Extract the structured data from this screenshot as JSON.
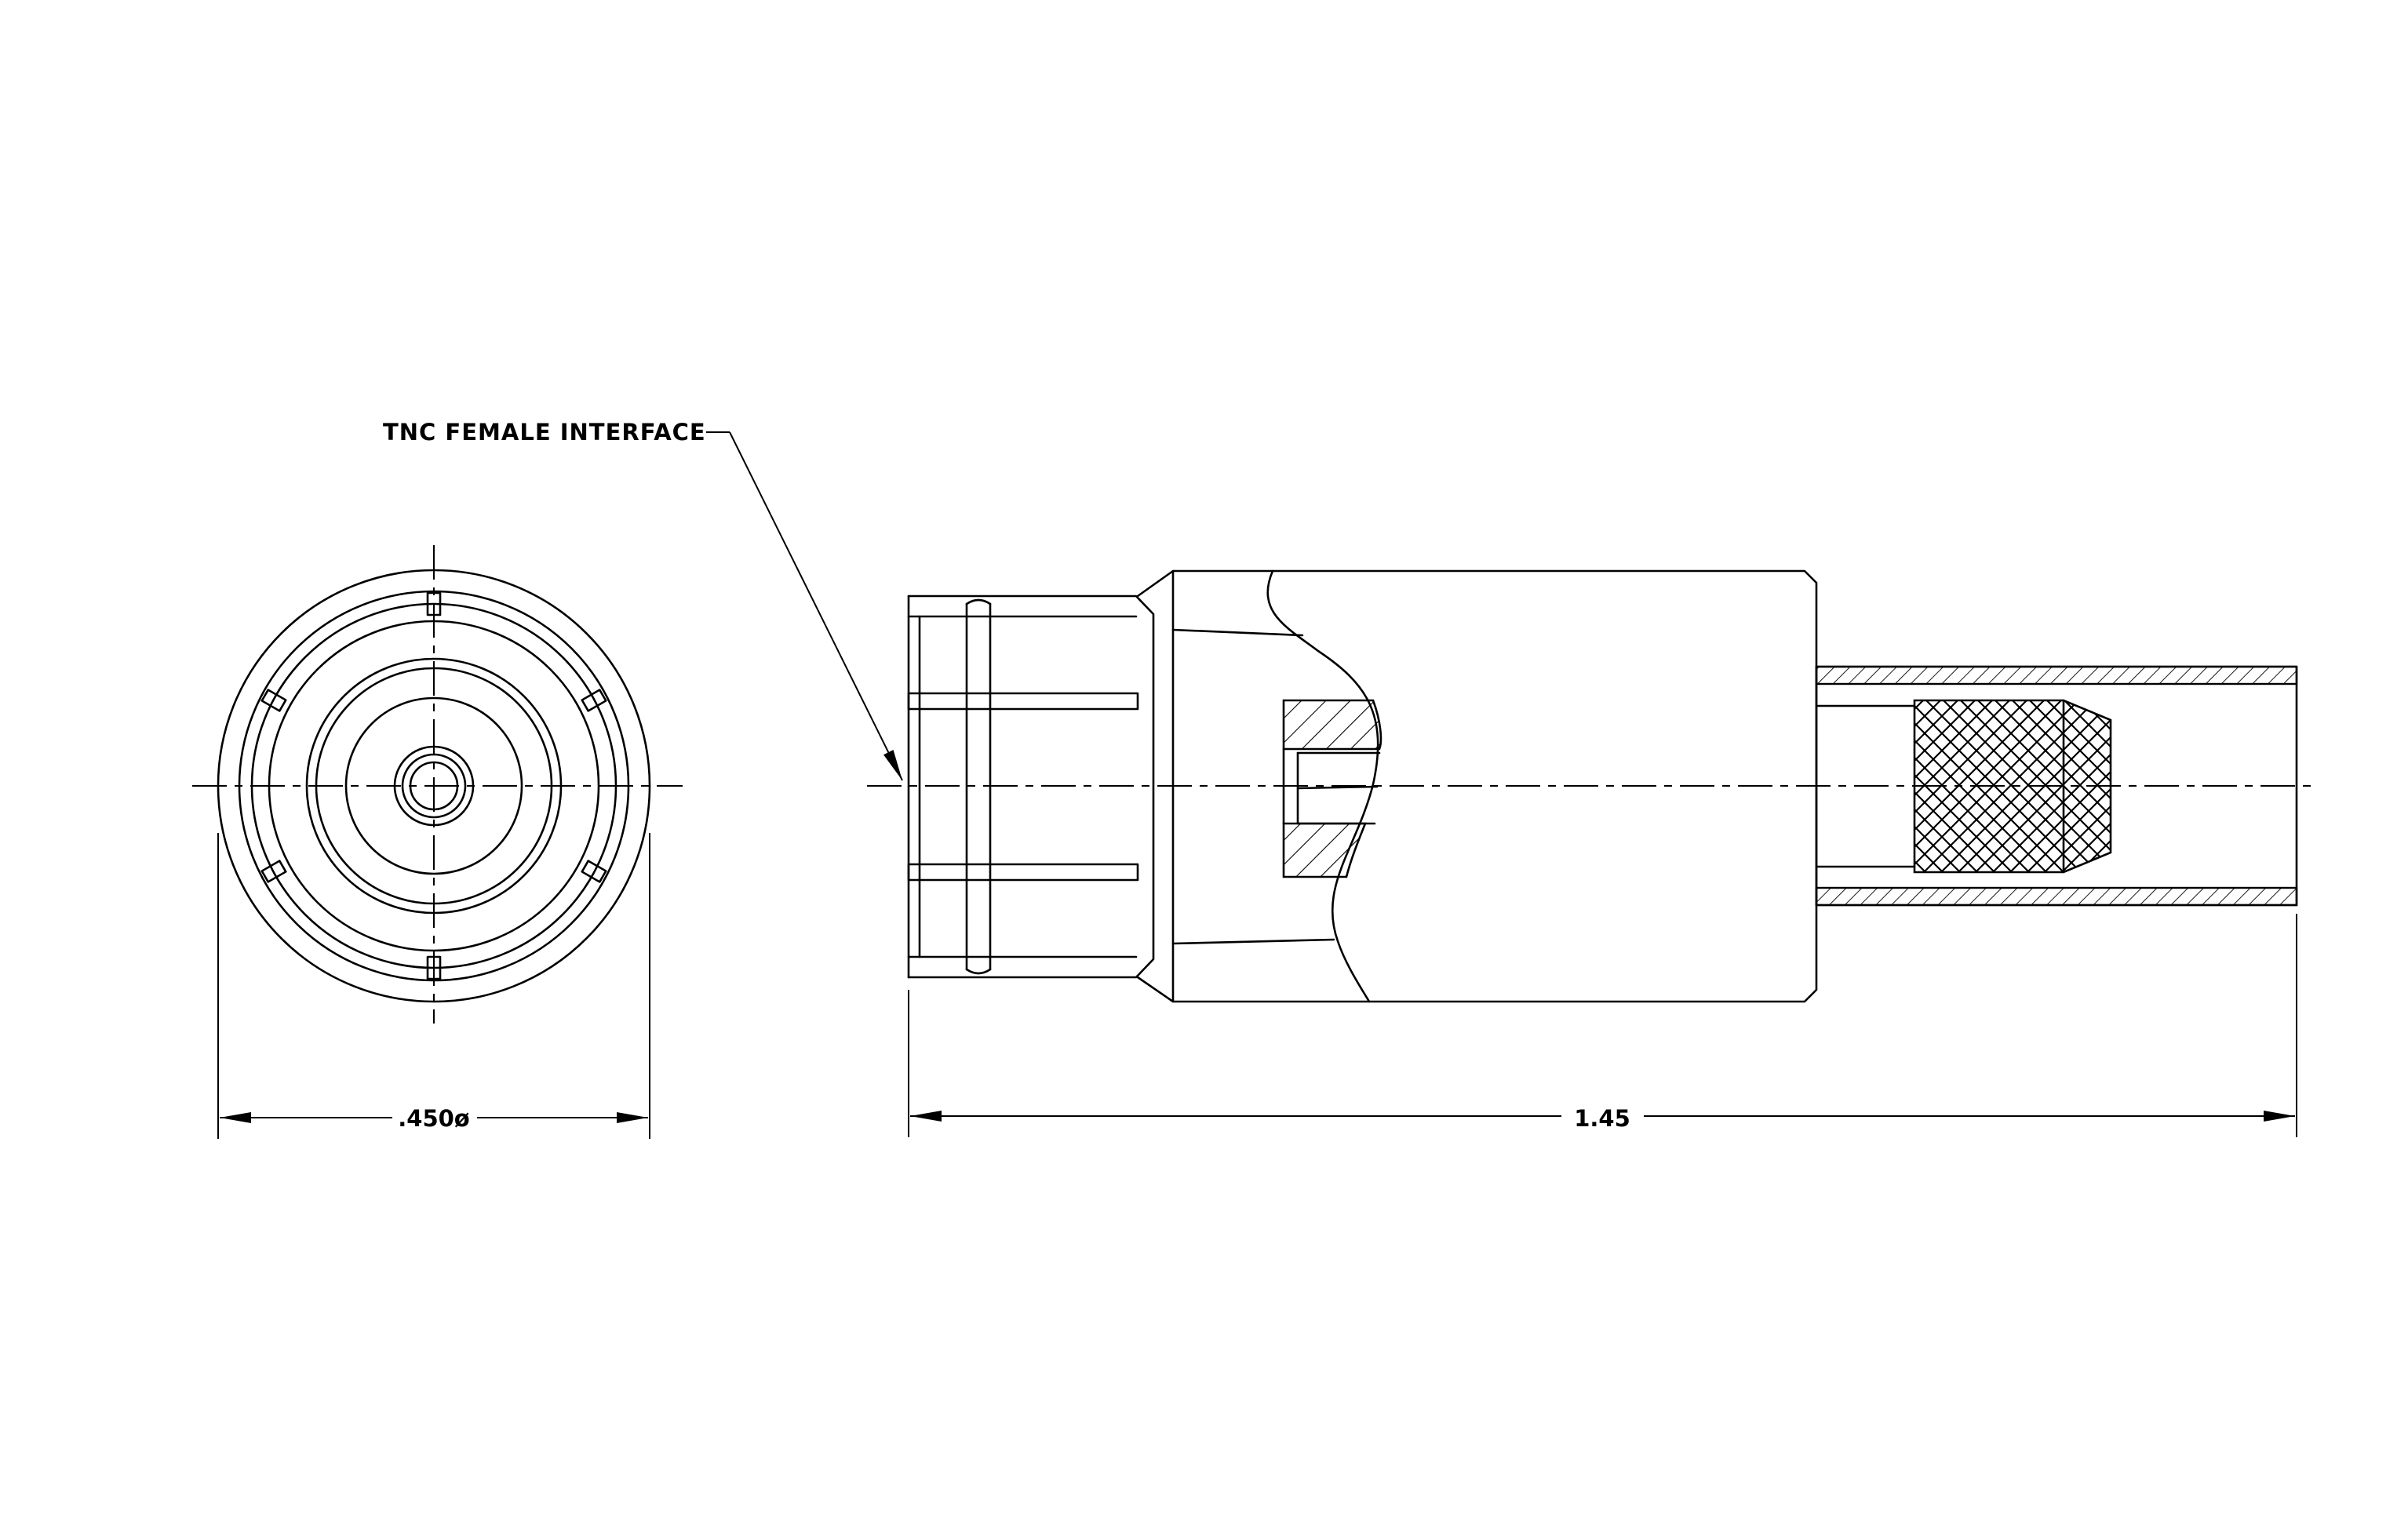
{
  "callout": {
    "text": "TNC FEMALE INTERFACE"
  },
  "dimensions": {
    "diameter": ".450ø",
    "length": "1.45"
  }
}
